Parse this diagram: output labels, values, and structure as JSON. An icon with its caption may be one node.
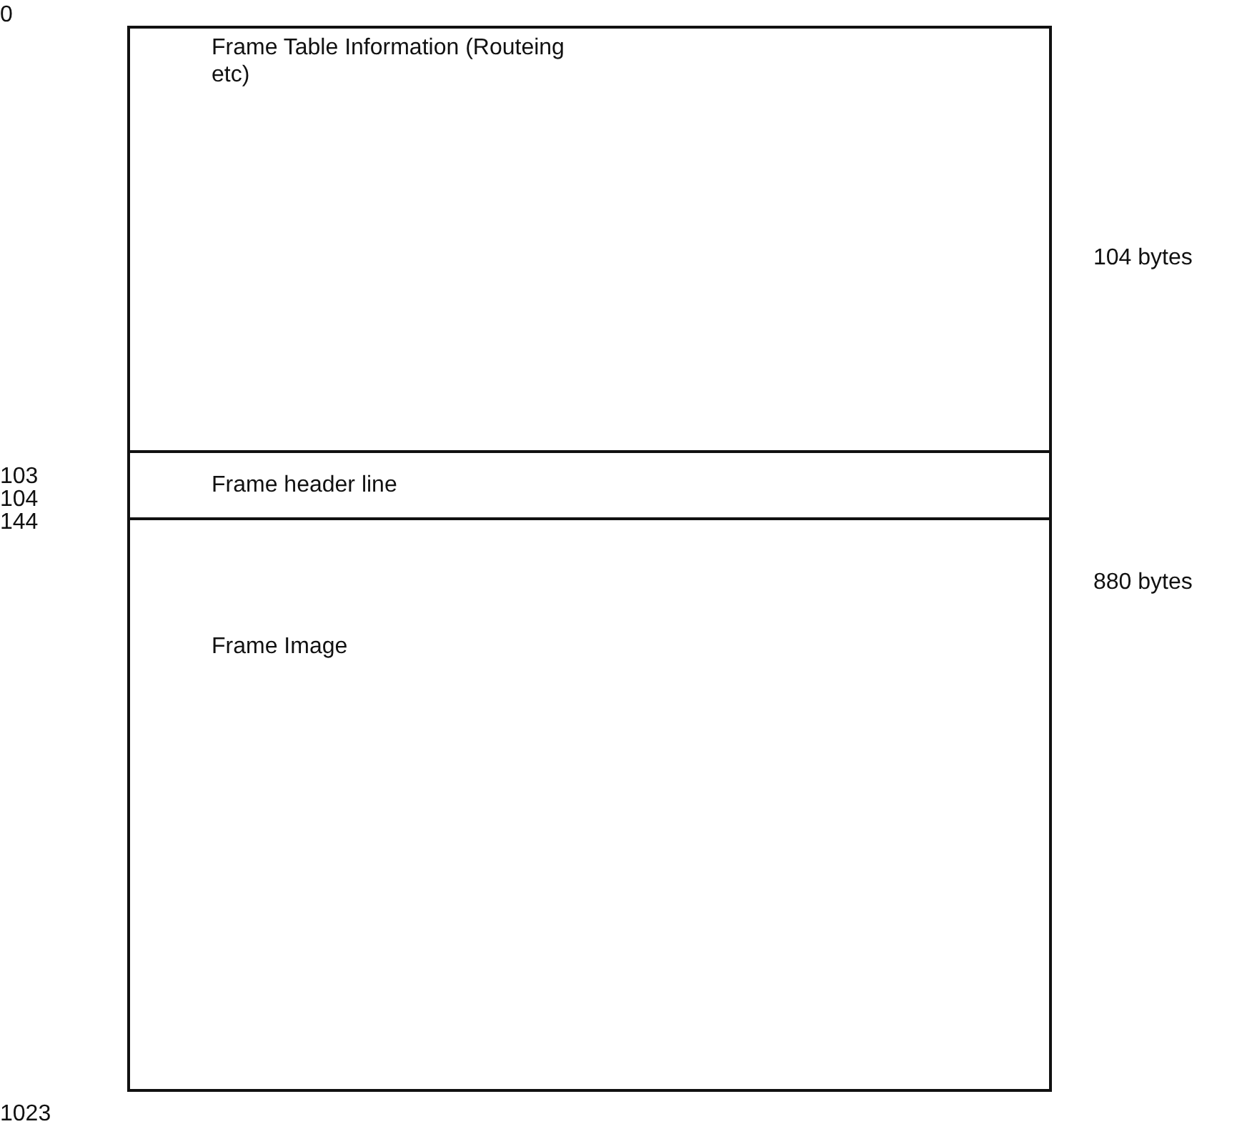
{
  "diagram": {
    "nodes": [
      {
        "text": [
          "Frame Table Information (Routeing etc)"
        ],
        "beside": [
          "104 bytes"
        ]
      },
      {
        "text": [
          "Frame header line"
        ]
      },
      {
        "text": [
          "Frame Image"
        ],
        "beside": [
          "880 bytes"
        ]
      }
    ],
    "labels": [
      "0",
      "103",
      "104",
      "144",
      "1023"
    ]
  }
}
